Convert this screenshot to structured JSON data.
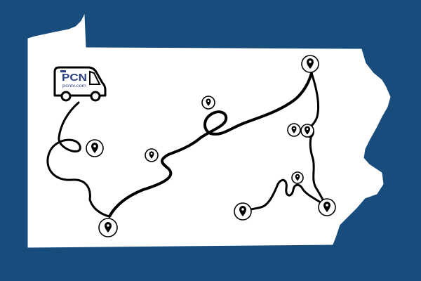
{
  "colors": {
    "background": "#174c7d",
    "state": "#ffffff",
    "route": "#000000",
    "logo": "#2a3f86"
  },
  "van": {
    "brand": "PCN",
    "url": "pcntv.com",
    "icon": "van-icon"
  },
  "markers": [
    {
      "id": "marker-1",
      "icon": "location-pin-icon"
    },
    {
      "id": "marker-2",
      "icon": "location-pin-icon"
    },
    {
      "id": "marker-3",
      "icon": "location-pin-icon"
    },
    {
      "id": "marker-4",
      "icon": "location-pin-icon"
    },
    {
      "id": "marker-5",
      "icon": "location-pin-icon"
    },
    {
      "id": "marker-6",
      "icon": "location-pin-icon"
    },
    {
      "id": "marker-7",
      "icon": "location-pin-icon"
    },
    {
      "id": "marker-8",
      "icon": "location-pin-icon"
    },
    {
      "id": "marker-9",
      "icon": "location-pin-icon"
    },
    {
      "id": "marker-10",
      "icon": "location-pin-icon"
    }
  ]
}
